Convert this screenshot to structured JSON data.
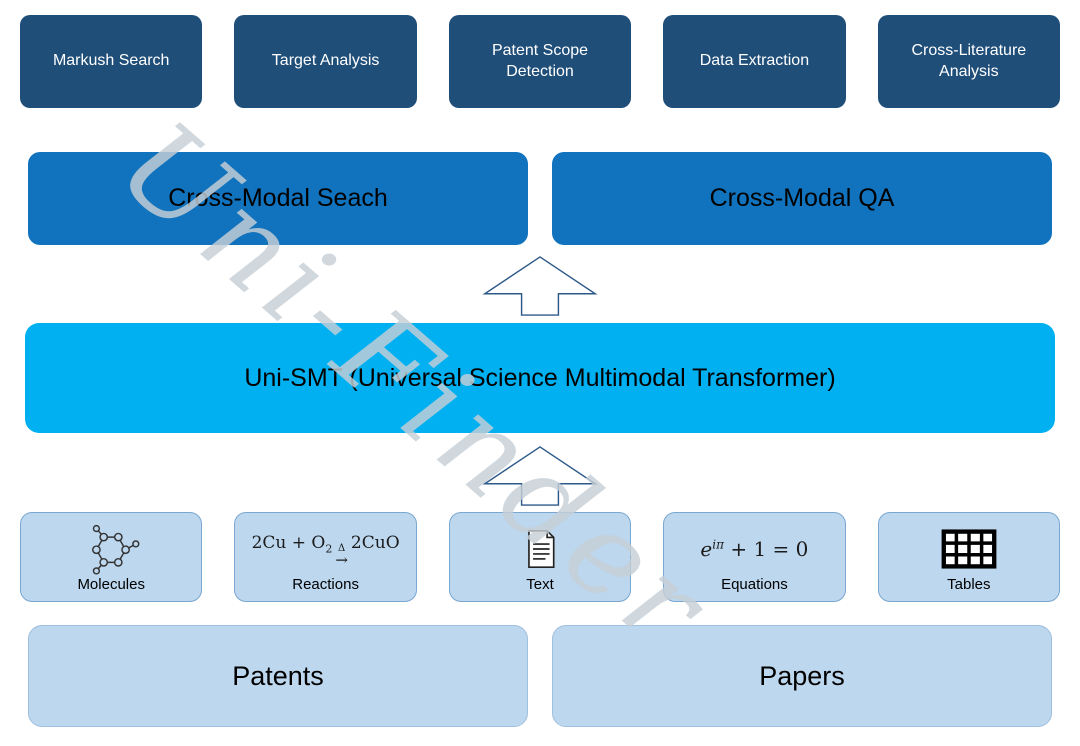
{
  "watermark": {
    "text": "Uni-Finder"
  },
  "applications": [
    {
      "label": "Markush Search"
    },
    {
      "label": "Target Analysis"
    },
    {
      "label": "Patent Scope Detection"
    },
    {
      "label": "Data Extraction"
    },
    {
      "label": "Cross-Literature Analysis"
    }
  ],
  "capabilities": [
    {
      "label": "Cross-Modal Seach"
    },
    {
      "label": "Cross-Modal QA"
    }
  ],
  "model": {
    "label": "Uni-SMT (Universal Science Multimodal Transformer)"
  },
  "modalities": [
    {
      "key": "molecules",
      "label": "Molecules",
      "icon": "molecule-icon"
    },
    {
      "key": "reactions",
      "label": "Reactions",
      "icon": "reaction-formula",
      "formula": {
        "left": "2Cu + O",
        "sub": "2",
        "delta": "Δ",
        "arrow": "→",
        "right": "2CuO"
      }
    },
    {
      "key": "text",
      "label": "Text",
      "icon": "document-icon"
    },
    {
      "key": "equations",
      "label": "Equations",
      "icon": "equation-formula",
      "formula": {
        "base": "e",
        "sup": "iπ",
        "rest": " + 1 = 0"
      }
    },
    {
      "key": "tables",
      "label": "Tables",
      "icon": "table-icon"
    }
  ],
  "sources": [
    {
      "label": "Patents"
    },
    {
      "label": "Papers"
    }
  ],
  "colors": {
    "dark_blue": "#1f4e79",
    "medium_blue": "#1173bd",
    "cyan": "#00b0f0",
    "light_blue": "#bdd7ee",
    "light_blue_border": "#7aa7cf",
    "watermark_gray": "#c6ced5"
  }
}
